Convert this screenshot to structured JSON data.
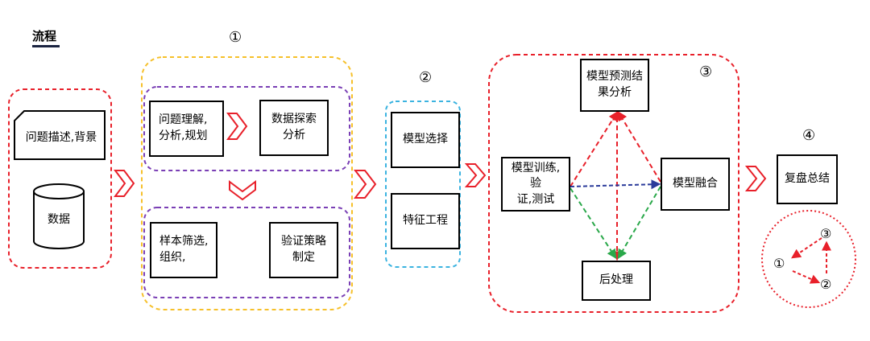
{
  "title": "流程",
  "stages": {
    "s1": "①",
    "s2": "②",
    "s3": "③",
    "s4": "④"
  },
  "nodes": {
    "problem": "问题描述,背景",
    "data": "数据",
    "understand": "问题理解,\n分析,规划",
    "eda": "数据探索\n分析",
    "sample": "样本筛选,\n组织,",
    "validation": "验证策略\n制定",
    "model_select": "模型选择",
    "feature_eng": "特征工程",
    "result_analysis": "模型预测结\n果分析",
    "train": "模型训练,验\n证,测试",
    "fusion": "模型融合",
    "post": "后处理",
    "review": "复盘总结"
  },
  "cycle": {
    "n1": "①",
    "n2": "②",
    "n3": "③"
  },
  "colors": {
    "red_dash": "#e8202a",
    "yellow_dash": "#f6c02a",
    "purple_dash": "#7a3fb5",
    "blue_dash": "#3bb3e0",
    "chevron": "#e8202a",
    "arrow_green": "#2aa84a",
    "arrow_blue": "#2a3a9a"
  }
}
